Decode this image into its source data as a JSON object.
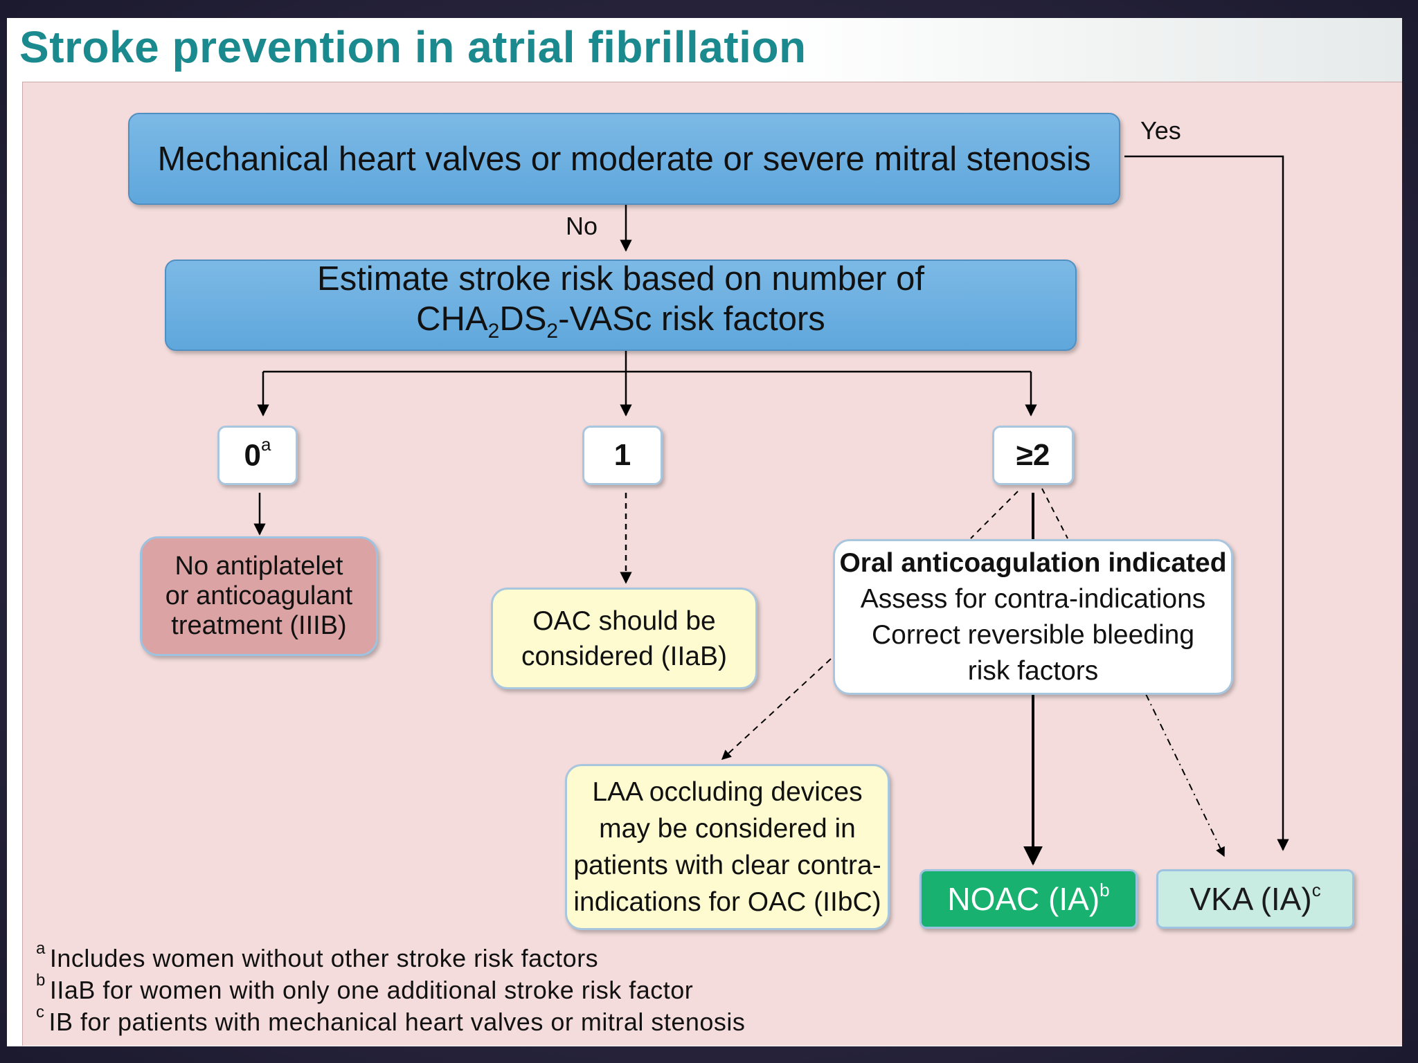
{
  "title": "Stroke prevention in atrial fibrillation",
  "nodes": {
    "valves": "Mechanical heart valves or moderate or severe mitral stenosis",
    "estimate_line1": "Estimate stroke risk based on number of",
    "estimate_line2_prefix": "CHA",
    "estimate_sub1": "2",
    "estimate_mid": "DS",
    "estimate_sub2": "2",
    "estimate_suffix": "-VASc risk factors",
    "risk_zero": "0",
    "risk_zero_note": "a",
    "risk_one": "1",
    "risk_two": "≥2",
    "no_treatment": [
      "No antiplatelet",
      "or anticoagulant",
      "treatment (IIIB)"
    ],
    "oac_considered": [
      "OAC should be",
      "considered (IIaB)"
    ],
    "oac_indicated_title": "Oral anticoagulation indicated",
    "oac_indicated_lines": [
      "Assess for contra-indications",
      "Correct reversible bleeding",
      "risk factors"
    ],
    "laa": [
      "LAA occluding devices",
      "may be considered in",
      "patients with clear contra-",
      "indications for OAC (IIbC)"
    ],
    "noac": "NOAC (IA)",
    "noac_note": "b",
    "vka": "VKA (IA)",
    "vka_note": "c"
  },
  "edge_labels": {
    "yes": "Yes",
    "no": "No"
  },
  "footnotes": [
    {
      "mark": "a",
      "text": "Includes women without other stroke risk factors"
    },
    {
      "mark": "b",
      "text": "IIaB for women with only one additional stroke risk factor"
    },
    {
      "mark": "c",
      "text": "IB for patients with mechanical heart valves or mitral stenosis"
    }
  ],
  "colors": {
    "title": "#1b8a8e",
    "panel": "#f4dcdc",
    "decision_box": "#6aaee0",
    "red_box": "#dba3a3",
    "yellow_box": "#fdfbcf",
    "noac_box": "#18b16f",
    "vka_box": "#c9ece2"
  }
}
